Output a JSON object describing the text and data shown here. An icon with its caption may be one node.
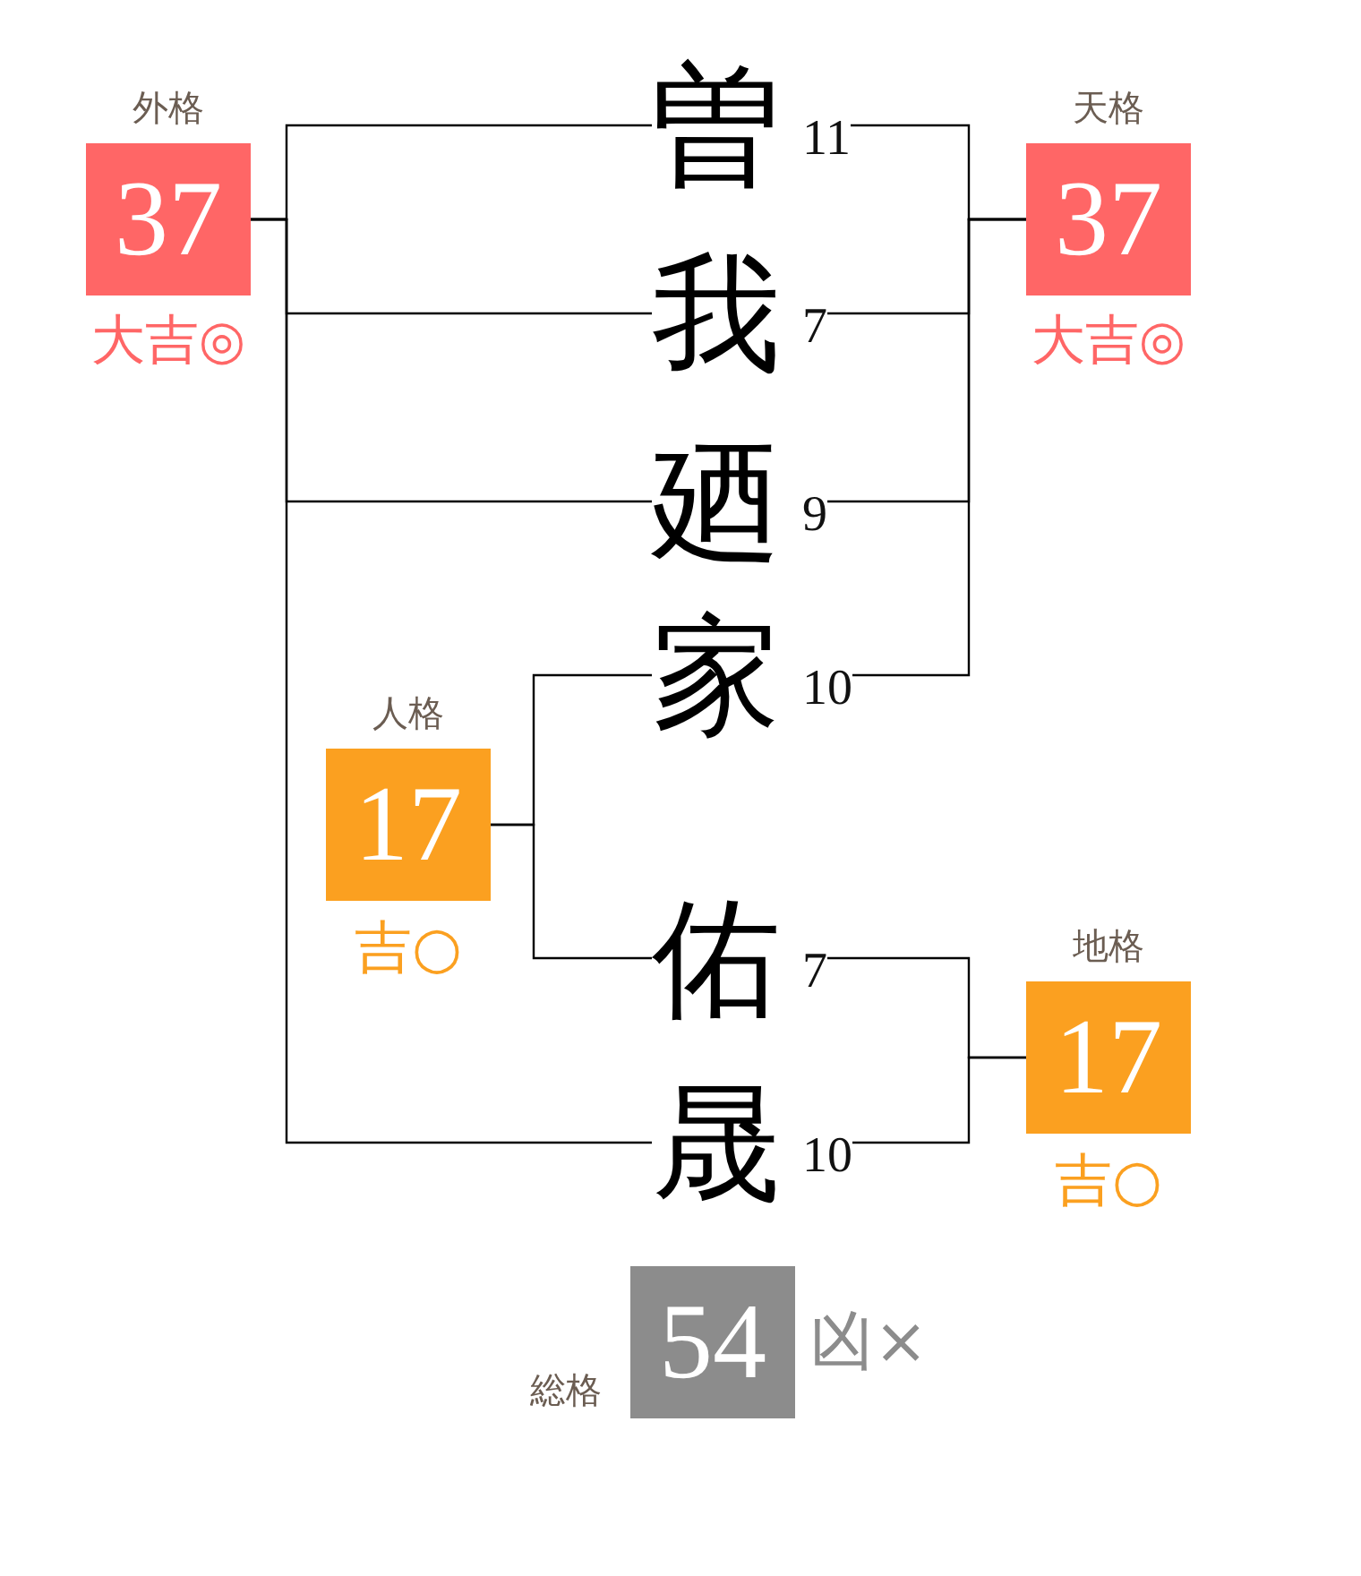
{
  "diagram": {
    "nodes": [
      {
        "text": [
          "外格",
          "37"
        ],
        "beside": [
          "大吉◎"
        ]
      },
      {
        "text": [
          "曽"
        ],
        "beside": [
          "11"
        ]
      },
      {
        "text": [
          "天格",
          "37"
        ],
        "beside": [
          "大吉◎"
        ]
      },
      {
        "text": [
          "我"
        ],
        "beside": [
          "7"
        ]
      },
      {
        "text": [
          "廼"
        ],
        "beside": [
          "9"
        ]
      },
      {
        "text": [
          "家"
        ],
        "beside": [
          "10"
        ]
      },
      {
        "text": [
          "人格",
          "17"
        ],
        "beside": [
          "吉○"
        ]
      },
      {
        "text": [
          "佑"
        ],
        "beside": [
          "7"
        ]
      },
      {
        "text": [
          "地格",
          "17"
        ],
        "beside": [
          "吉○"
        ]
      },
      {
        "text": [
          "晟"
        ],
        "beside": [
          "10"
        ]
      },
      {
        "text": [
          "総格",
          "54"
        ],
        "beside": [
          "凶×"
        ]
      }
    ],
    "edges": [
      {
        "from": 1,
        "to": 0,
        "arrow": "none"
      },
      {
        "from": 3,
        "to": 0,
        "arrow": "none"
      },
      {
        "from": 4,
        "to": 0,
        "arrow": "none"
      },
      {
        "from": 9,
        "to": 0,
        "arrow": "none"
      },
      {
        "from": 1,
        "to": 2,
        "arrow": "none"
      },
      {
        "from": 3,
        "to": 2,
        "arrow": "none"
      },
      {
        "from": 4,
        "to": 2,
        "arrow": "none"
      },
      {
        "from": 5,
        "to": 2,
        "arrow": "none"
      },
      {
        "from": 5,
        "to": 6,
        "arrow": "none"
      },
      {
        "from": 7,
        "to": 6,
        "arrow": "none"
      },
      {
        "from": 7,
        "to": 8,
        "arrow": "none"
      },
      {
        "from": 9,
        "to": 8,
        "arrow": "none"
      }
    ]
  }
}
